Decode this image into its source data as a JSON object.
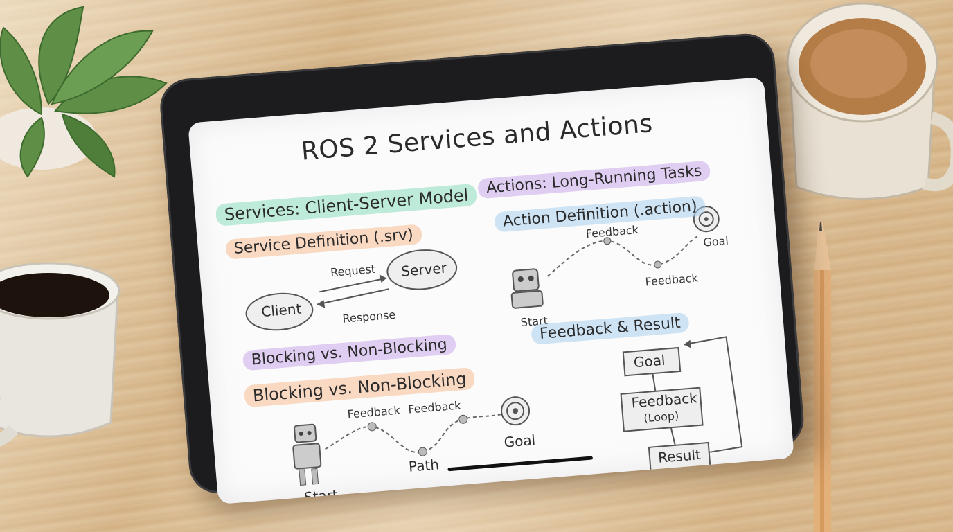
{
  "slide": {
    "title": "ROS 2 Services and Actions",
    "services_heading": "Services: Client-Server Model",
    "service_def": "Service Definition (.srv)",
    "client": "Client",
    "server": "Server",
    "request": "Request",
    "response": "Response",
    "blocking_1": "Blocking vs. Non-Blocking",
    "blocking_2": "Blocking vs. Non-Blocking",
    "path_feedback_1": "Feedback",
    "path_feedback_2": "Feedback",
    "path_label": "Path",
    "path_start": "Start",
    "path_goal": "Goal",
    "actions_heading": "Actions: Long-Running Tasks",
    "action_def": "Action Definition (.action)",
    "action_feedback_1": "Feedback",
    "action_feedback_2": "Feedback",
    "action_start": "Start",
    "action_goal": "Goal",
    "feedback_result_heading": "Feedback & Result",
    "flow_goal": "Goal",
    "flow_feedback": "Feedback",
    "flow_loop": "(Loop)",
    "flow_result": "Result"
  },
  "colors": {
    "highlight_green": "#8cdcbe",
    "highlight_orange": "#fabe96",
    "highlight_purple": "#c8aaeb",
    "highlight_blue": "#aad2f0"
  }
}
